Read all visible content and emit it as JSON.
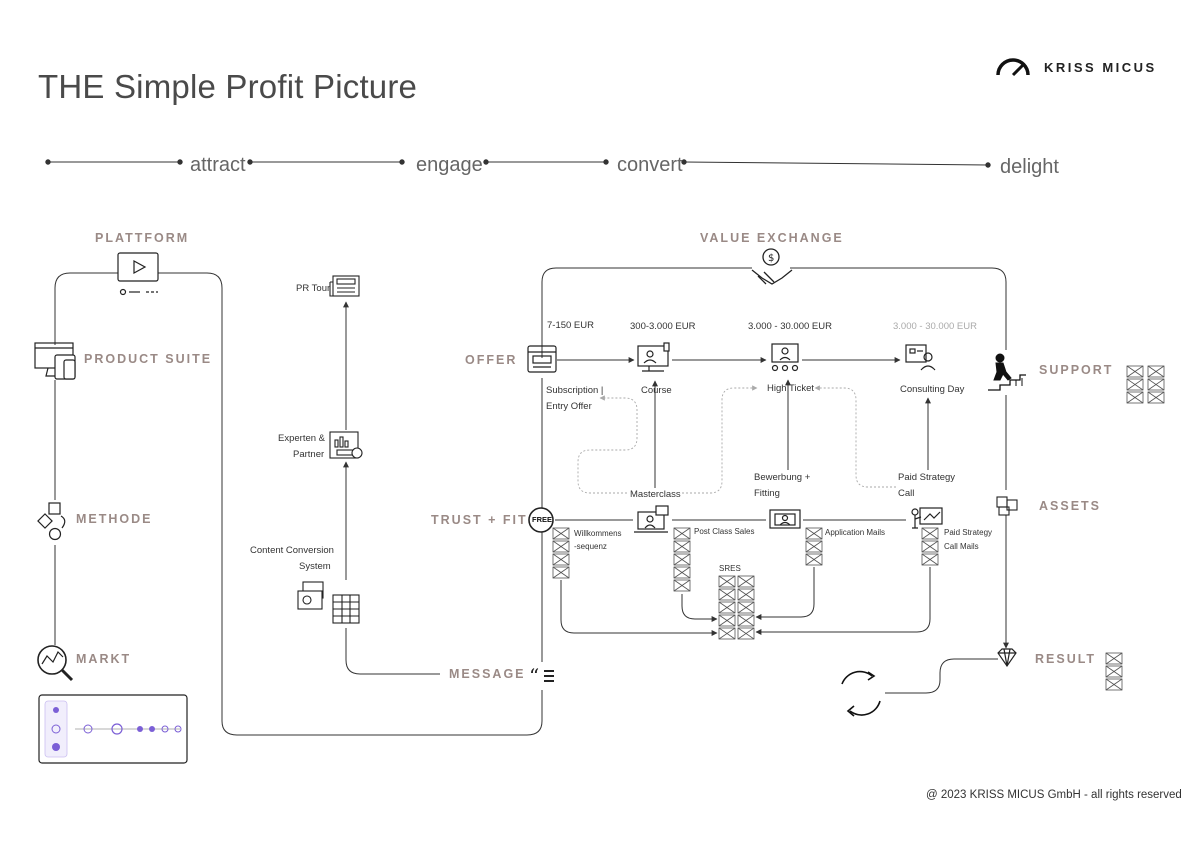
{
  "title": "THE Simple Profit Picture",
  "brand": "KRISS MICUS",
  "stages": [
    "attract",
    "engage",
    "convert",
    "delight"
  ],
  "sections": {
    "plattform": "PLATTFORM",
    "product_suite": "PRODUCT SUITE",
    "methode": "METHODE",
    "markt": "MARKT",
    "value_exchange": "VALUE EXCHANGE",
    "offer": "OFFER",
    "trust_fit": "TRUST + FIT",
    "message": "MESSAGE",
    "support": "SUPPORT",
    "assets": "ASSETS",
    "result": "RESULT"
  },
  "engage": {
    "pr_tour": "PR Tour",
    "experten_1": "Experten &",
    "experten_2": "Partner",
    "content_1": "Content Conversion",
    "content_2": "System"
  },
  "offers": {
    "price_1": "7-150 EUR",
    "price_2": "300-3.000 EUR",
    "price_3": "3.000 - 30.000 EUR",
    "price_4": "3.000 - 30.000 EUR",
    "offer_1a": "Subscription |",
    "offer_1b": "Entry Offer",
    "offer_2": "Course",
    "offer_3": "High Ticket",
    "offer_4": "Consulting Day"
  },
  "trust": {
    "masterclass": "Masterclass",
    "bewerbung_1": "Bewerbung +",
    "bewerbung_2": "Fitting",
    "paid_1": "Paid Strategy",
    "paid_2": "Call",
    "willkommen_1": "Willkommens",
    "willkommen_2": "-sequenz",
    "post_class": "Post Class Sales",
    "application": "Application Mails",
    "paid_mails_1": "Paid Strategy",
    "paid_mails_2": "Call Mails",
    "sres": "SRES",
    "free_badge": "FREE"
  },
  "footer": "@ 2023 KRISS MICUS GmbH - all rights reserved",
  "colors": {
    "section": "#9a8a86",
    "line": "#333333",
    "dotted": "#aaaaaa",
    "accent": "#7b5fd6"
  }
}
